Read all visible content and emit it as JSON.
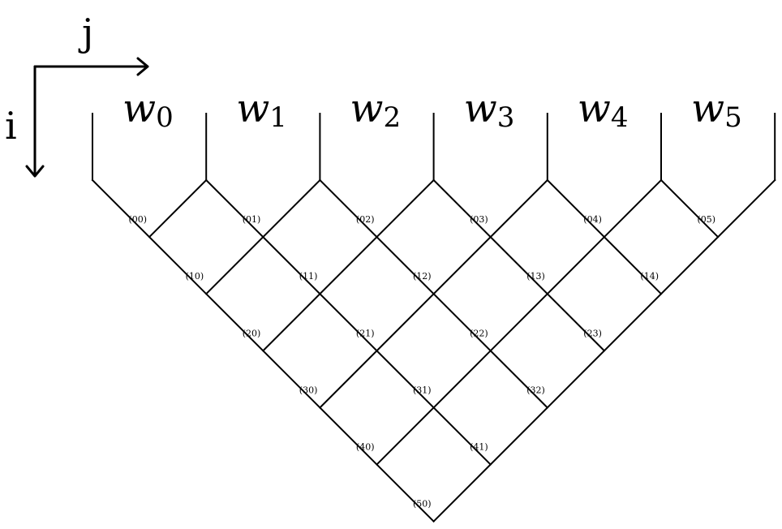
{
  "axes": {
    "j_label": "j",
    "i_label": "i"
  },
  "words": [
    {
      "base": "w",
      "sub": "0"
    },
    {
      "base": "w",
      "sub": "1"
    },
    {
      "base": "w",
      "sub": "2"
    },
    {
      "base": "w",
      "sub": "3"
    },
    {
      "base": "w",
      "sub": "4"
    },
    {
      "base": "w",
      "sub": "5"
    }
  ],
  "cells": [
    [
      "(00)",
      "(01)",
      "(02)",
      "(03)",
      "(04)",
      "(05)"
    ],
    [
      "(10)",
      "(11)",
      "(12)",
      "(13)",
      "(14)"
    ],
    [
      "(20)",
      "(21)",
      "(22)",
      "(23)"
    ],
    [
      "(30)",
      "(31)",
      "(32)"
    ],
    [
      "(40)",
      "(41)"
    ],
    [
      "(50)"
    ]
  ]
}
